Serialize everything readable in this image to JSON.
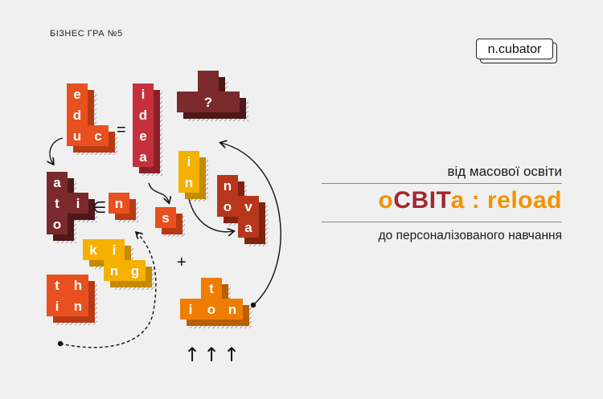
{
  "header": {
    "caption": "БІЗНЕС ГРА №5",
    "logo": "n.cubator"
  },
  "title": {
    "top": "від масової освіти",
    "headline": {
      "part1": "о",
      "part2": "СВІТ",
      "part3": "а : reload"
    },
    "bottom": "до персоналізованого навчання"
  },
  "symbols": {
    "equals": "=",
    "element_of": "∈",
    "plus": "+",
    "arrow_up": "↑"
  },
  "colors": {
    "red": "#e8501f",
    "red_side": "#b83a14",
    "maroon": "#7a2a2c",
    "maroon_side": "#4e1819",
    "crimson": "#c4313c",
    "crimson_side": "#8a1f27",
    "yellow": "#f5b000",
    "yellow_side": "#c48a00",
    "orange": "#ef7d00",
    "orange_side": "#b85f00",
    "rust": "#b8361c",
    "rust_side": "#7f2410",
    "accent_orange": "#f39200",
    "accent_dark": "#a0282f"
  },
  "pieces": [
    {
      "id": "educ",
      "color": "red",
      "letters": [
        {
          "t": "e",
          "c": 0,
          "r": 0
        },
        {
          "t": "d",
          "c": 0,
          "r": 1
        },
        {
          "t": "u",
          "c": 0,
          "r": 2
        },
        {
          "t": "c",
          "c": 1,
          "r": 2
        }
      ]
    },
    {
      "id": "idea",
      "color": "crimson",
      "letters": [
        {
          "t": "i",
          "c": 0,
          "r": 0
        },
        {
          "t": "d",
          "c": 0,
          "r": 1
        },
        {
          "t": "e",
          "c": 0,
          "r": 2
        },
        {
          "t": "a",
          "c": 0,
          "r": 3
        }
      ]
    },
    {
      "id": "question",
      "color": "maroon",
      "letters": [
        {
          "t": "",
          "c": 0,
          "r": 0
        },
        {
          "t": "?",
          "c": 1,
          "r": 0
        },
        {
          "t": "",
          "c": 2,
          "r": 0
        },
        {
          "t": "",
          "c": 1,
          "r": -1
        }
      ]
    },
    {
      "id": "ation",
      "color": "maroon",
      "letters": [
        {
          "t": "a",
          "c": 0,
          "r": 0
        },
        {
          "t": "t",
          "c": 0,
          "r": 1
        },
        {
          "t": "o",
          "c": 0,
          "r": 2
        },
        {
          "t": "i",
          "c": 1,
          "r": 1
        }
      ]
    },
    {
      "id": "n",
      "color": "red",
      "letters": [
        {
          "t": "n",
          "c": 0,
          "r": 0
        }
      ]
    },
    {
      "id": "in",
      "color": "yellow",
      "letters": [
        {
          "t": "i",
          "c": 0,
          "r": 0
        },
        {
          "t": "n",
          "c": 0,
          "r": 1
        }
      ]
    },
    {
      "id": "nova",
      "color": "rust",
      "letters": [
        {
          "t": "n",
          "c": 0,
          "r": 0
        },
        {
          "t": "o",
          "c": 0,
          "r": 1
        },
        {
          "t": "v",
          "c": 1,
          "r": 1
        },
        {
          "t": "a",
          "c": 1,
          "r": 2
        }
      ]
    },
    {
      "id": "s",
      "color": "red",
      "letters": [
        {
          "t": "s",
          "c": 0,
          "r": 0
        }
      ]
    },
    {
      "id": "king",
      "color": "yellow",
      "letters": [
        {
          "t": "k",
          "c": 0,
          "r": 0
        },
        {
          "t": "i",
          "c": 1,
          "r": 0
        },
        {
          "t": "n",
          "c": 1,
          "r": 1
        },
        {
          "t": "g",
          "c": 2,
          "r": 1
        }
      ]
    },
    {
      "id": "thin",
      "color": "red",
      "letters": [
        {
          "t": "t",
          "c": 0,
          "r": 0
        },
        {
          "t": "h",
          "c": 1,
          "r": 0
        },
        {
          "t": "i",
          "c": 0,
          "r": 1
        },
        {
          "t": "n",
          "c": 1,
          "r": 1
        }
      ]
    },
    {
      "id": "tion",
      "color": "orange",
      "letters": [
        {
          "t": "t",
          "c": 1,
          "r": 0
        },
        {
          "t": "i",
          "c": 0,
          "r": 1
        },
        {
          "t": "o",
          "c": 1,
          "r": 1
        },
        {
          "t": "n",
          "c": 2,
          "r": 1
        }
      ]
    }
  ]
}
